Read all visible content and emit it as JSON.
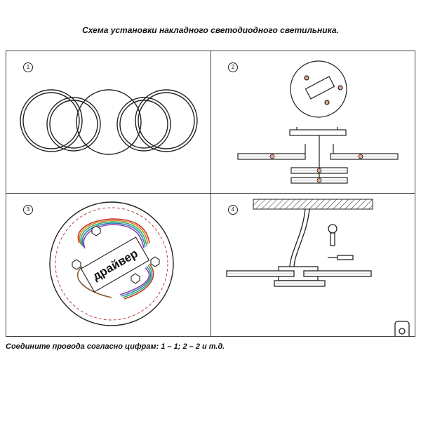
{
  "title": "Схема установки накладного светодиодного светильника.",
  "steps": [
    "1",
    "2",
    "3",
    "4"
  ],
  "driver_label": "драйвер",
  "footer": "Соедините провода согласно цифрам: 1 – 1; 2 – 2 и т.д.",
  "colors": {
    "line": "#222222",
    "wire_red": "#c0392b",
    "wire_orange": "#e67e22",
    "wire_green": "#27ae60",
    "wire_blue": "#2980b9",
    "wire_purple": "#8e44ad",
    "wire_brown": "#8b5a2b",
    "dash": "#b03030"
  }
}
